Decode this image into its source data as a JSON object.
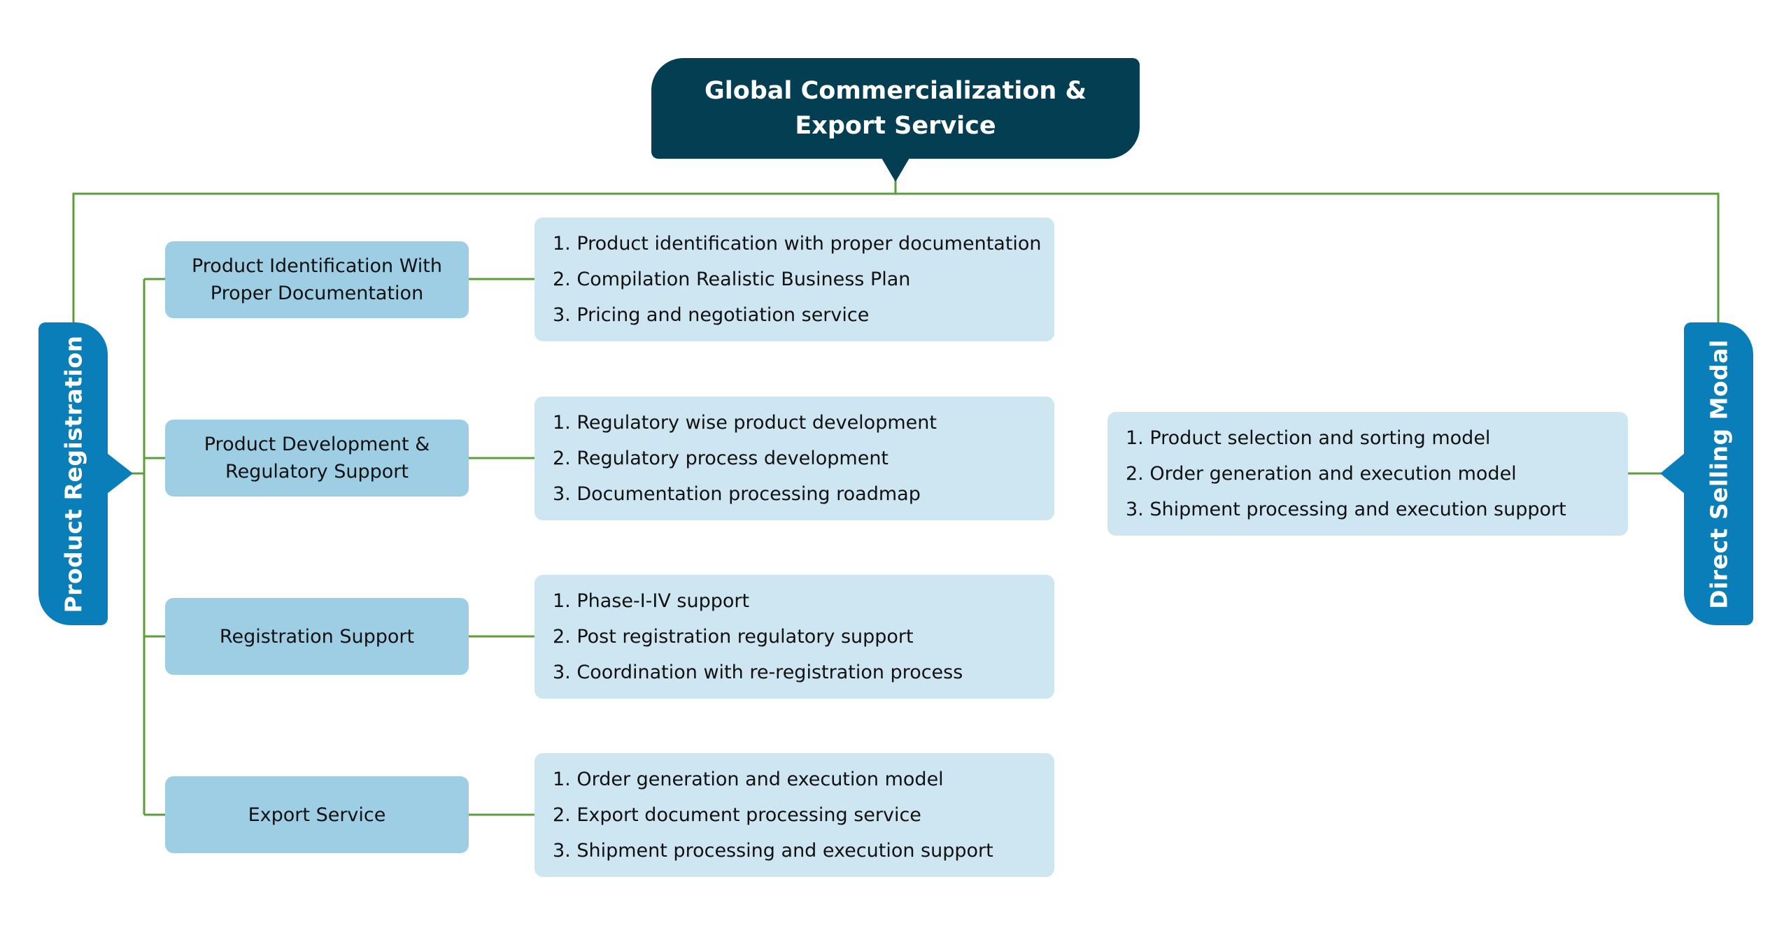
{
  "title": {
    "lines": [
      "Global Commercialization &",
      "Export Service"
    ]
  },
  "left_branch": {
    "label": "Product Registration",
    "nodes": [
      {
        "lines": [
          "Product Identification With",
          "Proper Documentation"
        ],
        "items": [
          "1. Product identification with proper documentation",
          "2. Compilation Realistic Business Plan",
          "3. Pricing and negotiation service"
        ]
      },
      {
        "lines": [
          "Product Development &",
          "Regulatory Support"
        ],
        "items": [
          "1. Regulatory wise product development",
          "2. Regulatory process development",
          "3. Documentation processing roadmap"
        ]
      },
      {
        "lines": [
          "Registration Support"
        ],
        "items": [
          "1. Phase-I-IV support",
          "2. Post registration regulatory support",
          "3. Coordination with re-registration process"
        ]
      },
      {
        "lines": [
          "Export Service"
        ],
        "items": [
          "1. Order generation and execution model",
          "2. Export document processing service",
          "3. Shipment processing and execution support"
        ]
      }
    ]
  },
  "right_branch": {
    "label": "Direct Selling Modal",
    "items": [
      "1. Product selection and sorting model",
      "2. Order generation and execution model",
      "3. Shipment processing and execution support"
    ]
  },
  "colors": {
    "title_bg": "#043E52",
    "pill_bg": "#0A7EB8",
    "node_bg": "#9DCEE4",
    "list_bg": "#CDE6F1",
    "connector": "#5E9E3A"
  }
}
